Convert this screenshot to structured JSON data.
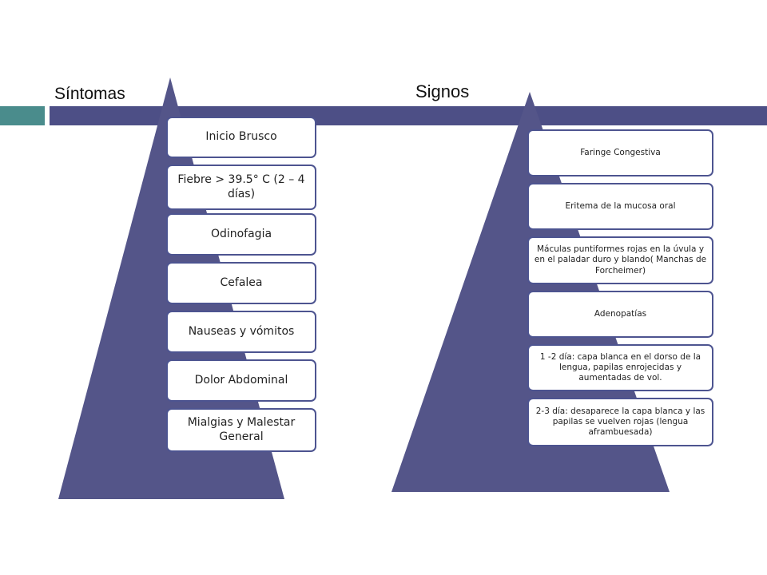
{
  "sintomas": {
    "title": "Síntomas",
    "items": [
      "Inicio Brusco",
      "Fiebre > 39.5° C (2 – 4 días)",
      "Odinofagia",
      "Cefalea",
      "Nauseas y vómitos",
      "Dolor Abdominal",
      "Mialgias y Malestar General"
    ]
  },
  "signos": {
    "title": "Signos",
    "items": [
      "Faringe Congestiva",
      "Eritema de la mucosa oral",
      "Máculas puntiformes rojas en la úvula y en el paladar duro y blando( Manchas de Forcheimer)",
      "Adenopatías",
      "1 -2 día: capa blanca en el dorso de la lengua, papilas enrojecidas y aumentadas de vol.",
      "2-3 día: desaparece la capa blanca y las papilas se vuelven rojas (lengua aframbuesada)"
    ]
  },
  "colors": {
    "triangle": "#545589",
    "bar": "#4d4f86",
    "accent": "#4a8c8c",
    "box_border": "#4d5490"
  }
}
